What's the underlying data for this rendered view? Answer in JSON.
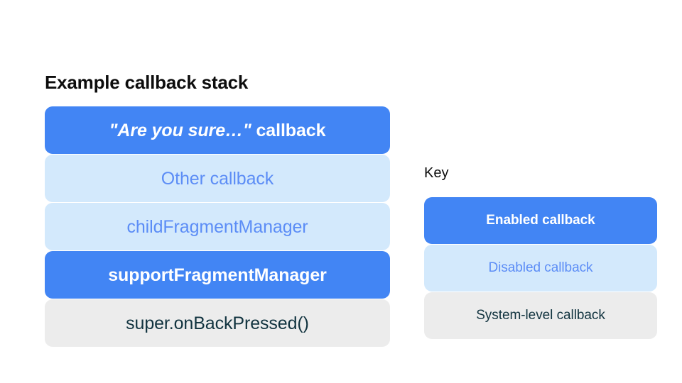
{
  "diagram": {
    "background_color": "#ffffff",
    "palette": {
      "enabled_fill": "#4285f4",
      "enabled_text": "#ffffff",
      "disabled_fill": "#d3e9fc",
      "disabled_text": "#5c8df6",
      "system_fill": "#ececec",
      "system_text": "#11333f",
      "title_text": "#0d0d0d"
    }
  },
  "stack": {
    "title": "Example callback stack",
    "items": [
      {
        "label": "\"Are you sure…\" callback",
        "emphasis": "\"Are you sure…\"",
        "suffix": " callback",
        "state": "enabled"
      },
      {
        "label": "Other callback",
        "state": "disabled"
      },
      {
        "label": "childFragmentManager",
        "state": "disabled"
      },
      {
        "label": "supportFragmentManager",
        "state": "enabled"
      },
      {
        "label": "super.onBackPressed()",
        "state": "system"
      }
    ]
  },
  "key": {
    "title": "Key",
    "items": [
      {
        "label": "Enabled callback",
        "state": "enabled"
      },
      {
        "label": "Disabled callback",
        "state": "disabled"
      },
      {
        "label": "System-level callback",
        "state": "system"
      }
    ]
  }
}
